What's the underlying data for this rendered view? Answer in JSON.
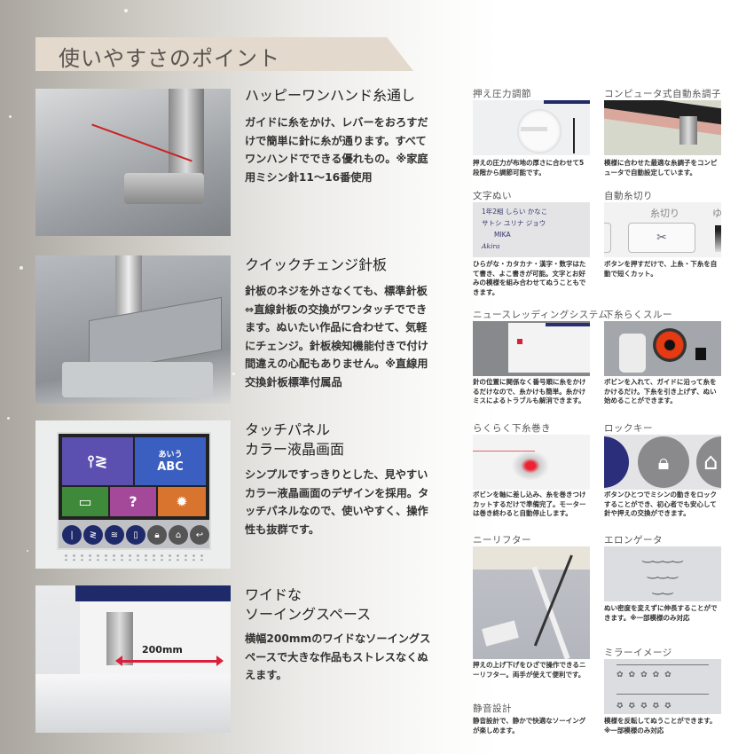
{
  "header": {
    "title": "使いやすさのポイント"
  },
  "features": [
    {
      "title": "ハッピーワンハンド糸通し",
      "body": "ガイドに糸をかけ、レバーをおろすだけで簡単に針に糸が通ります。すべてワンハンドでできる優れもの。※家庭用ミシン針11〜16番使用"
    },
    {
      "title": "クイックチェンジ針板",
      "body": "針板のネジを外さなくても、標準針板⇔直線針板の交換がワンタッチでできます。ぬいたい作品に合わせて、気軽にチェンジ。針板検知機能付きで付け間違えの心配もありません。※直線用交換針板標準付属品"
    },
    {
      "title": "タッチパネル\nカラー液晶画面",
      "body": "シンプルですっきりとした、見やすいカラー液晶画面のデザインを採用。タッチパネルなので、使いやすく、操作性も抜群です。"
    },
    {
      "title": "ワイドな\nソーイングスペース",
      "body": "横幅200mmのワイドなソーイングスペースで大きな作品もストレスなくぬえます。"
    }
  ],
  "lcd": {
    "kana_label": "あいう",
    "abc_label": "ABC",
    "help_label": "?"
  },
  "wide_space": {
    "dimension_label": "200mm"
  },
  "points": [
    {
      "title": "押え圧力調節",
      "body": "押えの圧力が布地の厚さに合わせて5段階から調節可能です。"
    },
    {
      "title": "コンピュータ式自動糸調子",
      "body": "模様に合わせた最適な糸調子をコンピュータで自動設定しています。"
    },
    {
      "title": "文字ぬい",
      "body": "ひらがな・カタカナ・漢字・数字はたて書き、よこ書きが可能。文字とお好みの模様を組み合わせてぬうこともできます。",
      "sample_lines": [
        "1年2組 しらい かなこ",
        "サトシ ユリナ ジョウ",
        "MIKA",
        "Akira"
      ]
    },
    {
      "title": "自動糸切り",
      "body": "ボタンを押すだけで、上糸・下糸を自動で短くカット。",
      "button_label": "糸切り",
      "side_label": "ゆ"
    },
    {
      "title": "ニュースレッディングシステム",
      "body": "針の位置に関係なく番号順に糸をかけるだけなので、糸かけも簡単。糸かけミスによるトラブルも解消できます。"
    },
    {
      "title": "下糸らくスルー",
      "body": "ボビンを入れて、ガイドに沿って糸をかけるだけ。下糸を引き上げず、ぬい始めることができます。"
    },
    {
      "title": "らくらく下糸巻き",
      "body": "ボビンを軸に差し込み、糸を巻きつけカットするだけで準備完了。モーターは巻き終わると自動停止します。"
    },
    {
      "title": "ロックキー",
      "body": "ボタンひとつでミシンの動きをロックすることができ、初心者でも安心して針や押えの交換ができます。"
    },
    {
      "title": "ニーリフター",
      "body": "押えの上げ下げをひざで操作できるニーリフター。両手が使えて便利です。"
    },
    {
      "title": "エロンゲータ",
      "body": "ぬい密度を変えずに伸長することができます。※一部模様のみ対応"
    },
    {
      "title": "ミラーイメージ",
      "body": "模様を反転してぬうことができます。※一部模様のみ対応"
    },
    {
      "title": "静音設計",
      "body": "静音設計で、静かで快適なソーイングが楽しめます。"
    }
  ],
  "colors": {
    "ribbon": "#e3d9cc",
    "lcd_purple": "#5b4fb0",
    "lcd_blue": "#3b5fc0",
    "lcd_green": "#3f8a3a",
    "lcd_magenta": "#a4499a",
    "lcd_orange": "#d9742e",
    "navy": "#1f2a6b",
    "arrow_red": "#d8203a"
  }
}
